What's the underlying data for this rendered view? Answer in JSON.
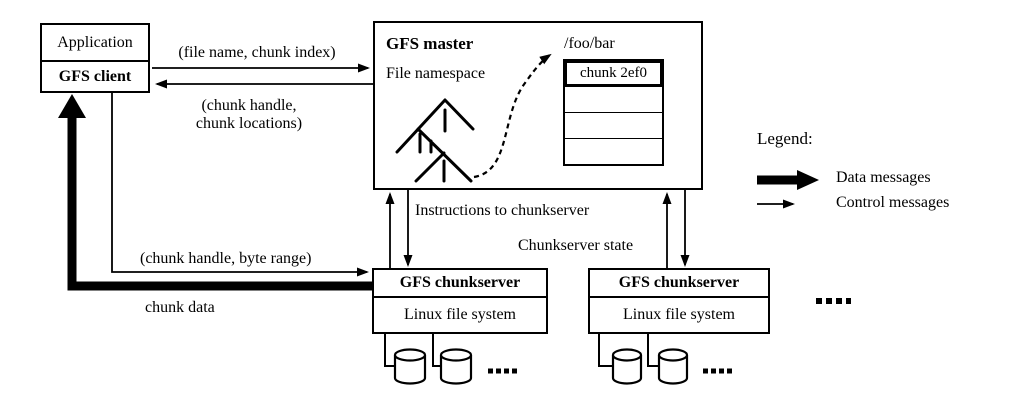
{
  "diagram": {
    "client_stack": {
      "application_label": "Application",
      "client_label": "GFS client"
    },
    "master": {
      "title": "GFS master",
      "namespace_label": "File namespace",
      "path_label": "/foo/bar",
      "chunk_table": {
        "rows": [
          "chunk 2ef0",
          "",
          "",
          ""
        ]
      }
    },
    "chunkservers": [
      {
        "title": "GFS chunkserver",
        "subtitle": "Linux file system"
      },
      {
        "title": "GFS chunkserver",
        "subtitle": "Linux file system"
      }
    ],
    "messages": {
      "file_name_chunk_index": "(file name, chunk index)",
      "chunk_handle_line1": "(chunk handle,",
      "chunk_handle_line2": "chunk locations)",
      "instructions": "Instructions to chunkserver",
      "chunkserver_state": "Chunkserver state",
      "chunk_handle_byte_range": "(chunk handle, byte range)",
      "chunk_data": "chunk data"
    },
    "legend": {
      "title": "Legend:",
      "data_messages": "Data messages",
      "control_messages": "Control messages"
    },
    "colors": {
      "ink": "#000000",
      "background": "#ffffff"
    }
  }
}
